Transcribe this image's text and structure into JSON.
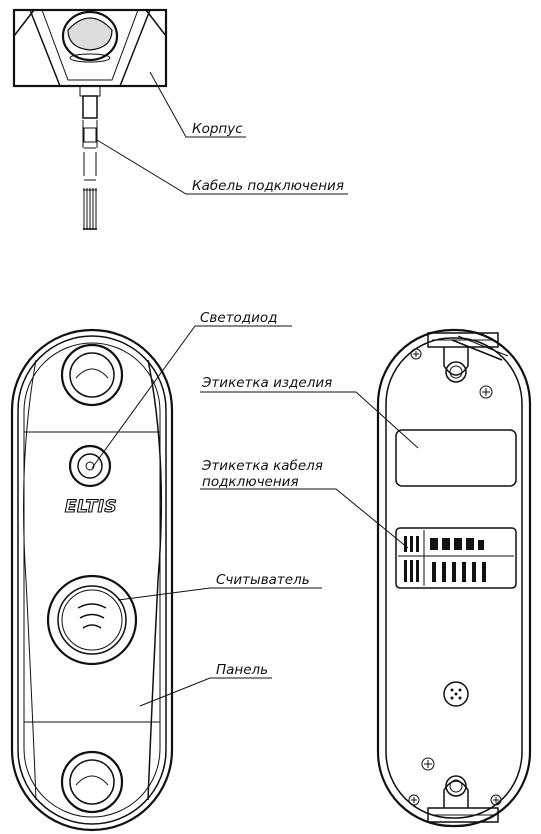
{
  "labels": {
    "housing": "Корпус",
    "cable": "Кабель подключения",
    "led": "Светодиод",
    "product_label": "Этикетка изделия",
    "cable_label_line1": "Этикетка кабеля",
    "cable_label_line2": "подключения",
    "reader": "Считыватель",
    "panel": "Панель"
  },
  "brand": "ELTIS"
}
